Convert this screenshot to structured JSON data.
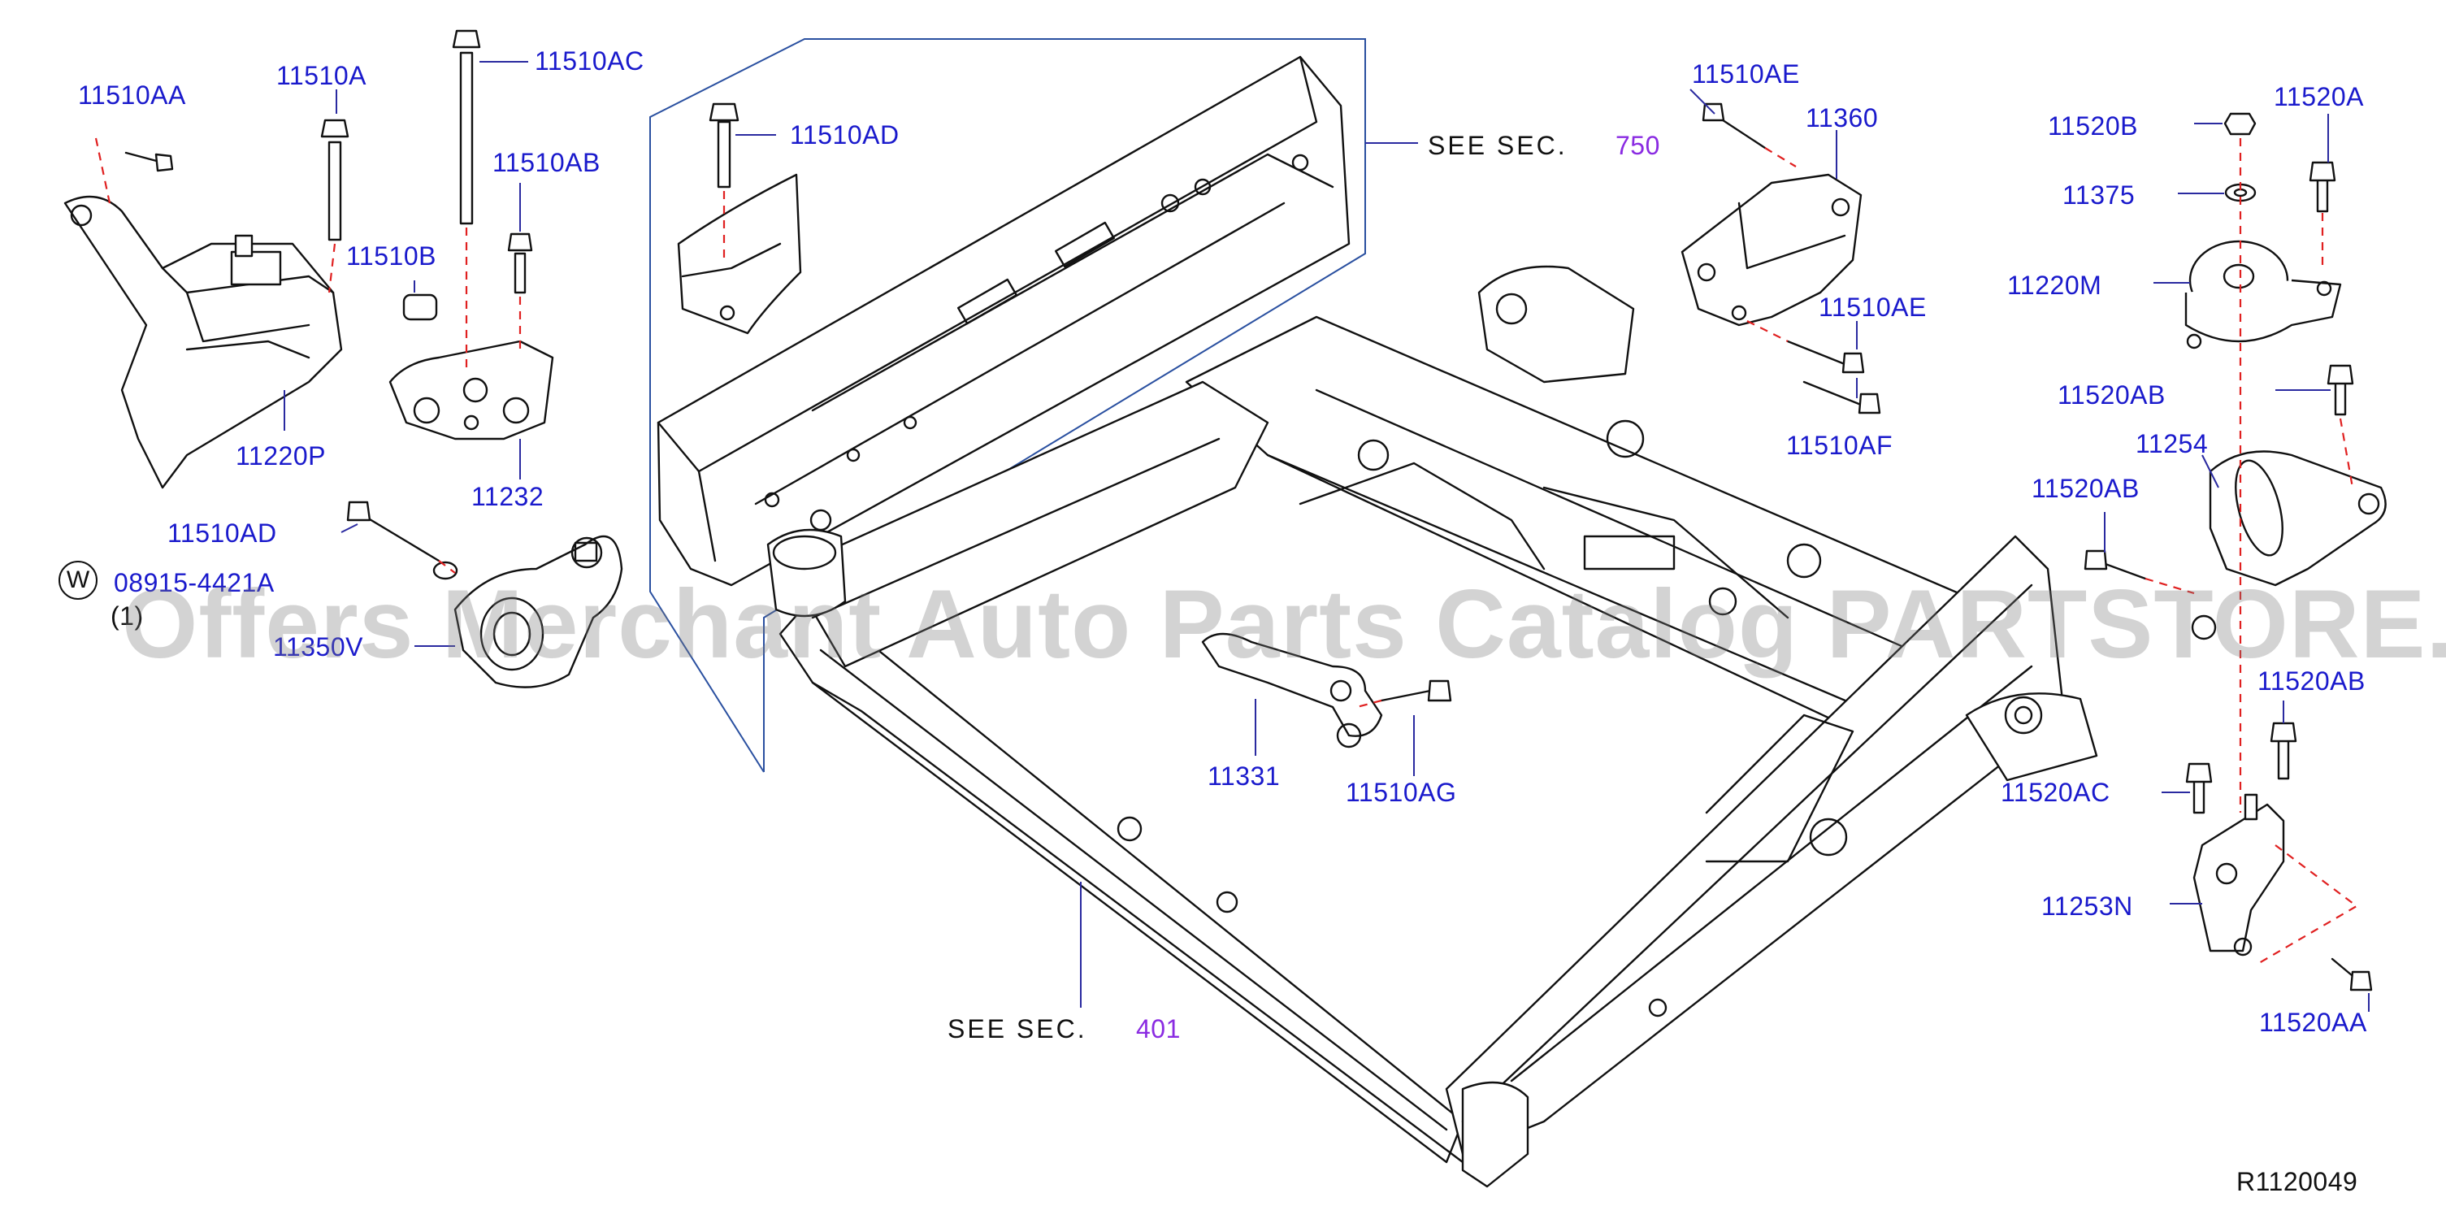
{
  "diagram": {
    "reference_code": "R1120049",
    "see_sections": [
      {
        "prefix": "SEE  SEC.",
        "number": "750"
      },
      {
        "prefix": "SEE  SEC.",
        "number": "401"
      }
    ],
    "washer_symbol": "W",
    "watermark": "Offers Merchant Auto Parts Catalog PARTSTORE.SA",
    "part_labels": [
      {
        "id": "11510AA",
        "text": "11510AA"
      },
      {
        "id": "11510A",
        "text": "11510A"
      },
      {
        "id": "11510AC",
        "text": "11510AC"
      },
      {
        "id": "11510AB",
        "text": "11510AB"
      },
      {
        "id": "11510B",
        "text": "11510B"
      },
      {
        "id": "11220P",
        "text": "11220P"
      },
      {
        "id": "11232",
        "text": "11232"
      },
      {
        "id": "11510AD-1",
        "text": "11510AD"
      },
      {
        "id": "08915-4421A",
        "text": "08915-4421A"
      },
      {
        "id": "qty-1",
        "text": "(1)"
      },
      {
        "id": "11350V",
        "text": "11350V"
      },
      {
        "id": "11510AD-2",
        "text": "11510AD"
      },
      {
        "id": "11331",
        "text": "11331"
      },
      {
        "id": "11510AG",
        "text": "11510AG"
      },
      {
        "id": "11510AE-1",
        "text": "11510AE"
      },
      {
        "id": "11360",
        "text": "11360"
      },
      {
        "id": "11510AE-2",
        "text": "11510AE"
      },
      {
        "id": "11510AF",
        "text": "11510AF"
      },
      {
        "id": "11520B",
        "text": "11520B"
      },
      {
        "id": "11520A",
        "text": "11520A"
      },
      {
        "id": "11375",
        "text": "11375"
      },
      {
        "id": "11220M",
        "text": "11220M"
      },
      {
        "id": "11520AB-1",
        "text": "11520AB"
      },
      {
        "id": "11254",
        "text": "11254"
      },
      {
        "id": "11520AB-2",
        "text": "11520AB"
      },
      {
        "id": "11520AB-3",
        "text": "11520AB"
      },
      {
        "id": "11520AC",
        "text": "11520AC"
      },
      {
        "id": "11253N",
        "text": "11253N"
      },
      {
        "id": "11520AA",
        "text": "11520AA"
      }
    ]
  }
}
